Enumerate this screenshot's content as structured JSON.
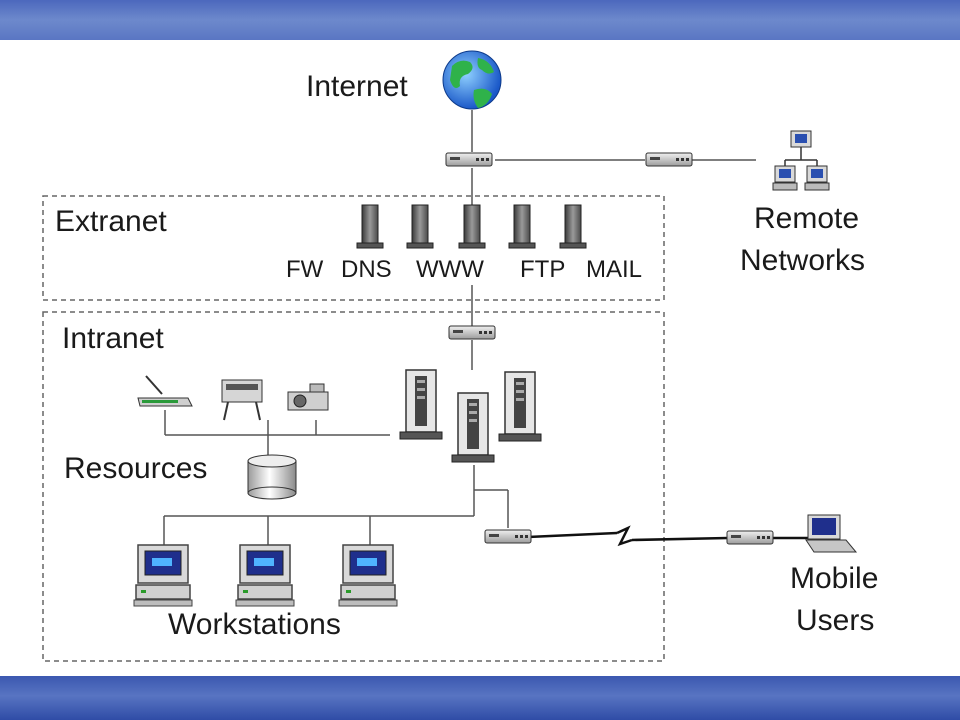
{
  "labels": {
    "internet": "Internet",
    "extranet": "Extranet",
    "intranet": "Intranet",
    "fw": "FW",
    "dns": "DNS",
    "www": "WWW",
    "ftp": "FTP",
    "mail": "MAIL",
    "remote_line1": "Remote",
    "remote_line2": "Networks",
    "resources": "Resources",
    "workstations": "Workstations",
    "mobile_line1": "Mobile",
    "mobile_line2": "Users"
  },
  "colors": {
    "extranet": "#e8231f",
    "intranet": "#1f8a2a",
    "band": "#3e5db3"
  }
}
